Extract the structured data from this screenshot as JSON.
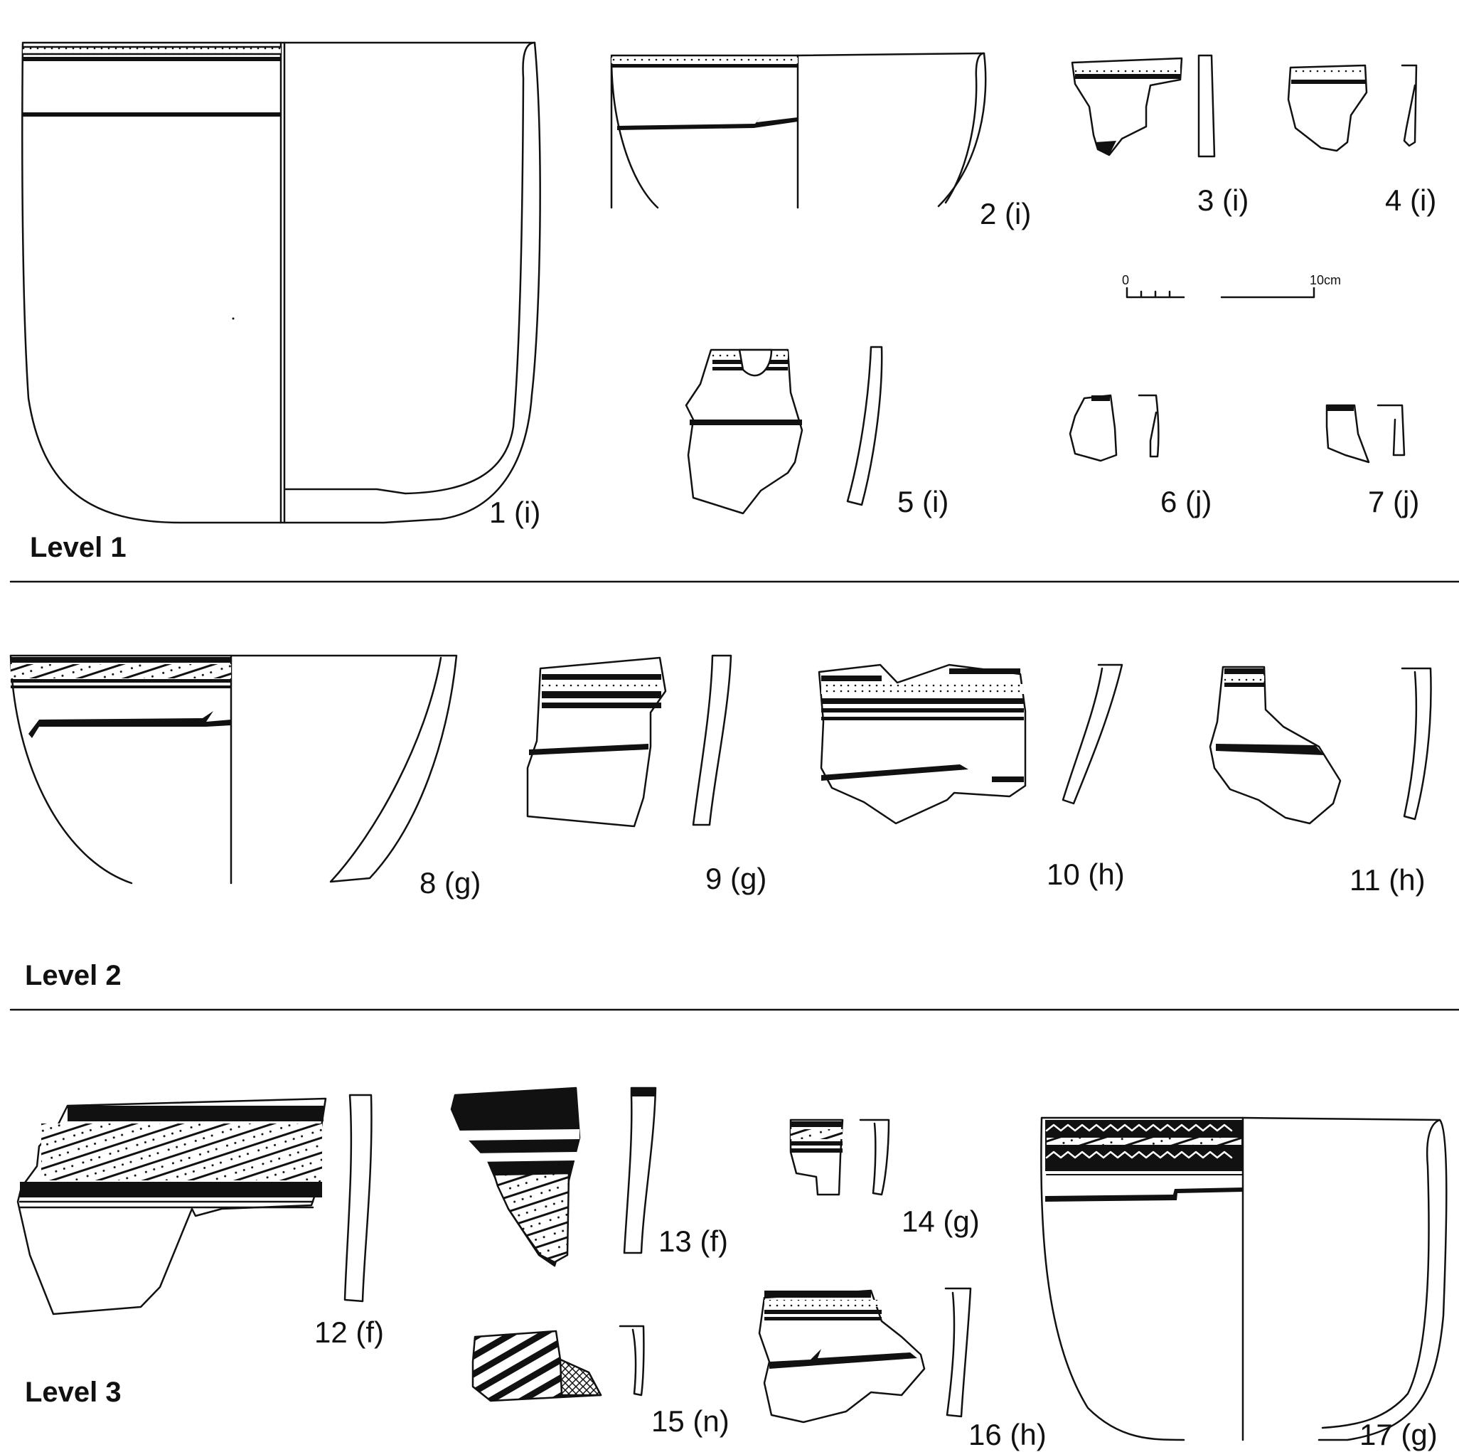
{
  "levels": {
    "level1": "Level 1",
    "level2": "Level 2",
    "level3": "Level 3"
  },
  "scale": {
    "start": "0",
    "end": "10cm"
  },
  "sherds": [
    {
      "number": "1",
      "label": "1 (i)"
    },
    {
      "number": "2",
      "label": "2 (i)"
    },
    {
      "number": "3",
      "label": "3 (i)"
    },
    {
      "number": "4",
      "label": "4 (i)"
    },
    {
      "number": "5",
      "label": "5 (i)"
    },
    {
      "number": "6",
      "label": "6 (j)"
    },
    {
      "number": "7",
      "label": "7 (j)"
    },
    {
      "number": "8",
      "label": "8 (g)"
    },
    {
      "number": "9",
      "label": "9 (g)"
    },
    {
      "number": "10",
      "label": "10 (h)"
    },
    {
      "number": "11",
      "label": "11 (h)"
    },
    {
      "number": "12",
      "label": "12 (f)"
    },
    {
      "number": "13",
      "label": "13 (f)"
    },
    {
      "number": "14",
      "label": "14 (g)"
    },
    {
      "number": "15",
      "label": "15 (n)"
    },
    {
      "number": "16",
      "label": "16 (h)"
    },
    {
      "number": "17",
      "label": "17 (g)"
    }
  ],
  "colors": {
    "ink": "#111111",
    "paper": "#ffffff"
  }
}
